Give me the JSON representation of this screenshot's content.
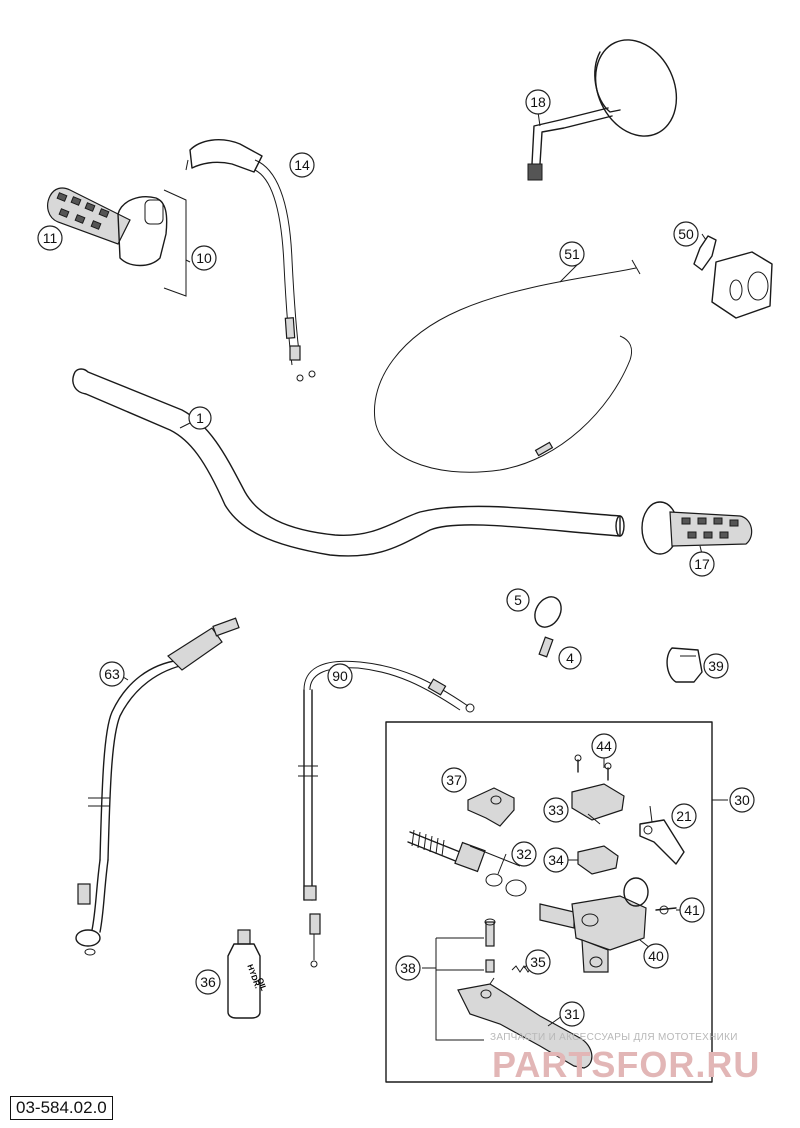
{
  "drawing_number": "03-584.02.0",
  "callouts": [
    "1",
    "4",
    "5",
    "10",
    "11",
    "14",
    "17",
    "18",
    "21",
    "30",
    "31",
    "32",
    "33",
    "34",
    "35",
    "36",
    "37",
    "38",
    "39",
    "40",
    "41",
    "44",
    "50",
    "51",
    "63",
    "90"
  ],
  "oil_bottle_label": [
    "HYDR.",
    "OIL"
  ],
  "watermark": {
    "caption": "ЗАПЧАСТИ И АКСЕССУАРЫ ДЛЯ МОТОТЕХНИКИ",
    "brand": "PARTSFOR.RU"
  }
}
